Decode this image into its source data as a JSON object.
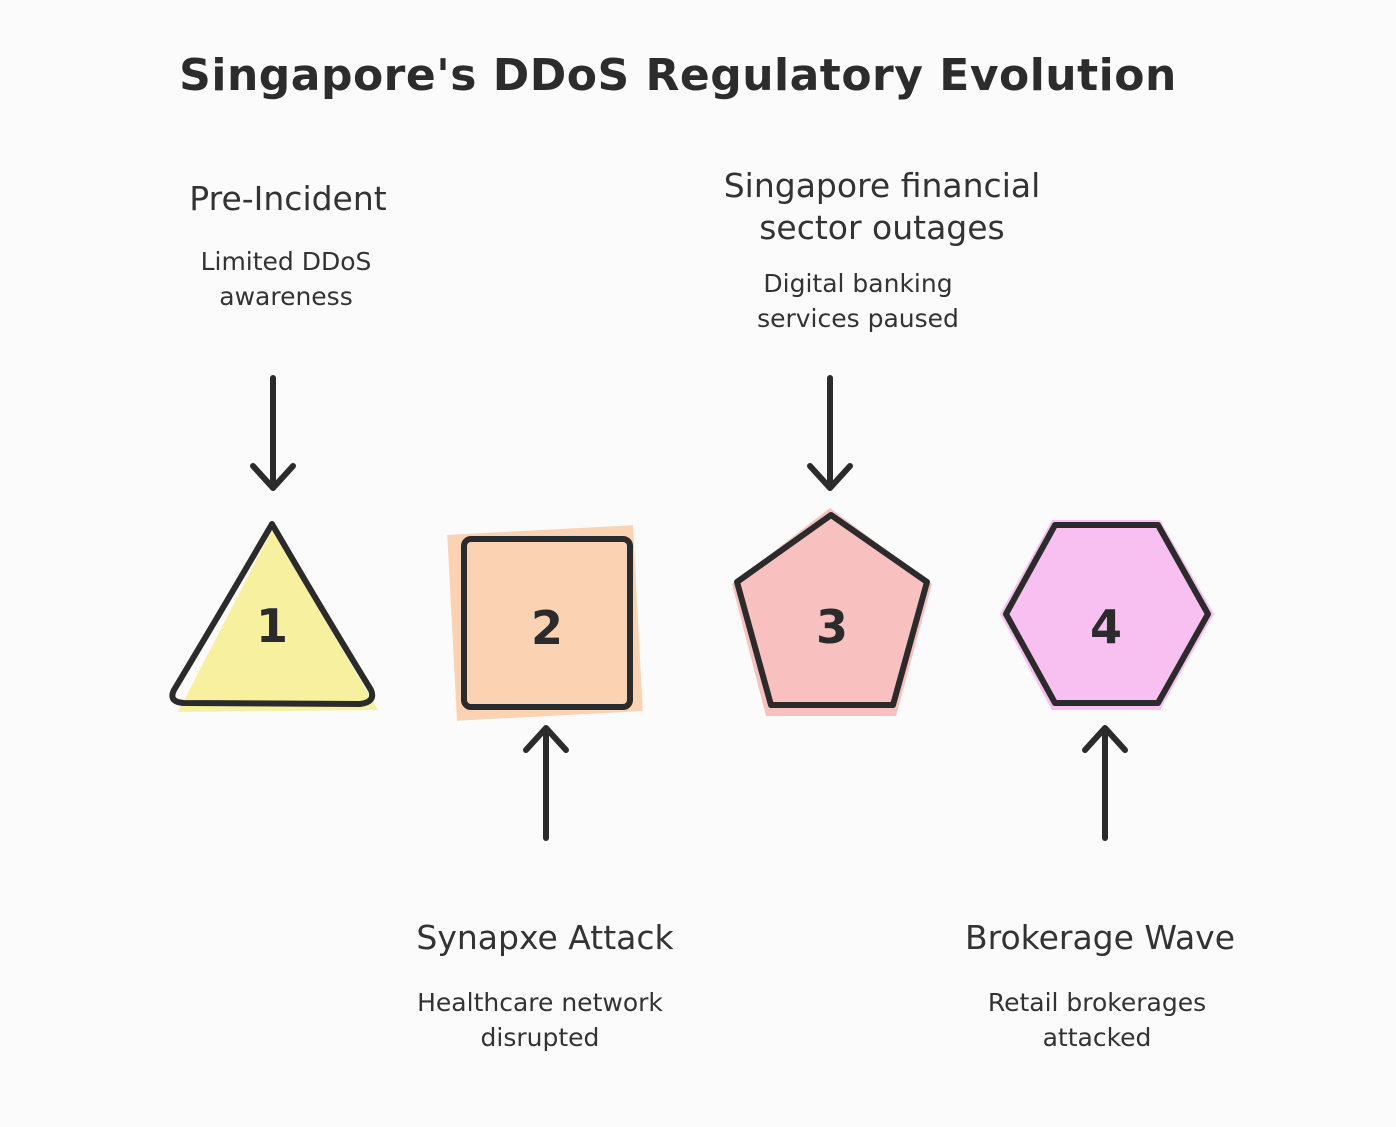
{
  "title": "Singapore's DDoS Regulatory Evolution",
  "stages": [
    {
      "number": "1",
      "shape": "triangle",
      "color": "#f7f09a",
      "title_lines": [
        "Pre-Incident"
      ],
      "description_lines": [
        "Limited DDoS",
        "awareness"
      ],
      "label_position": "above"
    },
    {
      "number": "2",
      "shape": "square",
      "color": "#fbd0ae",
      "title_lines": [
        "Synapxe Attack"
      ],
      "description_lines": [
        "Healthcare network",
        "disrupted"
      ],
      "label_position": "below"
    },
    {
      "number": "3",
      "shape": "pentagon",
      "color": "#f9bdbd",
      "title_lines": [
        "Singapore financial",
        "sector outages"
      ],
      "description_lines": [
        "Digital banking",
        "services paused"
      ],
      "label_position": "above"
    },
    {
      "number": "4",
      "shape": "hexagon",
      "color": "#f7bdef",
      "title_lines": [
        "Brokerage Wave"
      ],
      "description_lines": [
        "Retail brokerages",
        "attacked"
      ],
      "label_position": "below"
    }
  ]
}
